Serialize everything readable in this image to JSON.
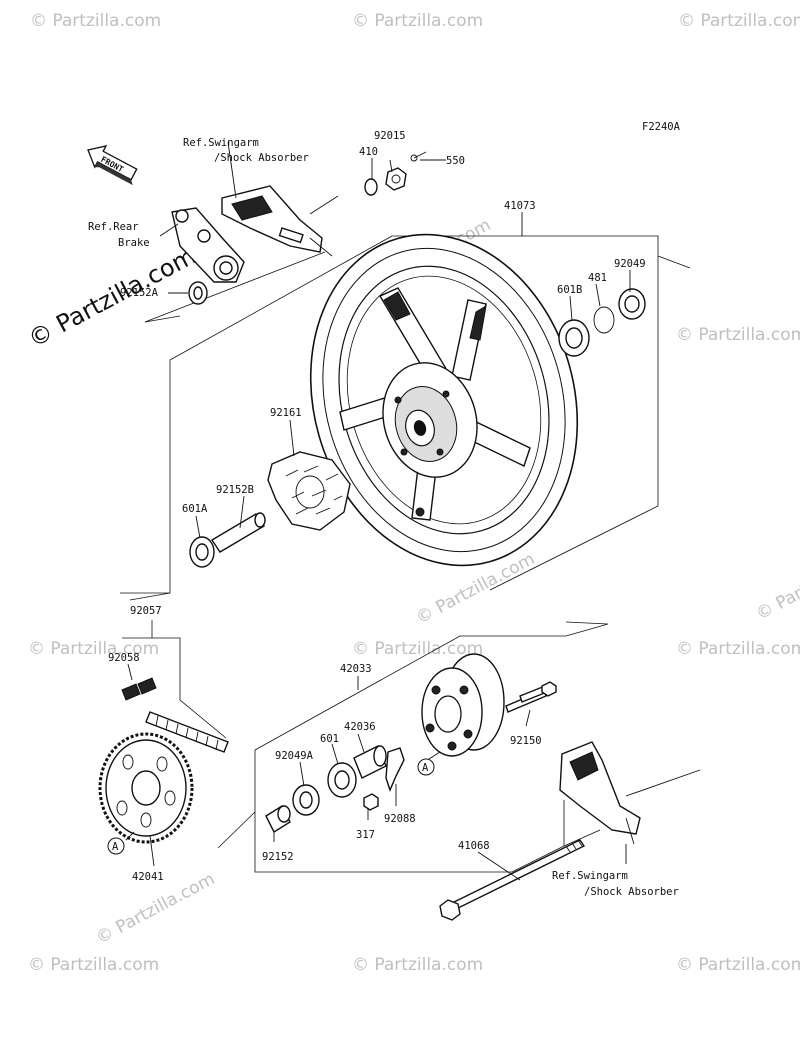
{
  "diagram": {
    "figure_code": "F2240A",
    "front_arrow_label": "FRONT",
    "watermark_text": "© Partzilla.com",
    "callout_marker": "A",
    "labels": [
      {
        "id": "ref-swingarm-top-1",
        "text": "Ref.Swingarm"
      },
      {
        "id": "ref-swingarm-top-2",
        "text": "/Shock Absorber"
      },
      {
        "id": "p92015",
        "text": "92015"
      },
      {
        "id": "p410",
        "text": "410"
      },
      {
        "id": "p550",
        "text": "550"
      },
      {
        "id": "ref-rear-brake-1",
        "text": "Ref.Rear"
      },
      {
        "id": "ref-rear-brake-2",
        "text": "Brake"
      },
      {
        "id": "p92152A",
        "text": "92152A"
      },
      {
        "id": "p41073",
        "text": "41073"
      },
      {
        "id": "p92049",
        "text": "92049"
      },
      {
        "id": "p481",
        "text": "481"
      },
      {
        "id": "p601B",
        "text": "601B"
      },
      {
        "id": "p92161",
        "text": "92161"
      },
      {
        "id": "p92152B",
        "text": "92152B"
      },
      {
        "id": "p601A",
        "text": "601A"
      },
      {
        "id": "p92057",
        "text": "92057"
      },
      {
        "id": "p92058",
        "text": "92058"
      },
      {
        "id": "p42033",
        "text": "42033"
      },
      {
        "id": "p42036",
        "text": "42036"
      },
      {
        "id": "p601",
        "text": "601"
      },
      {
        "id": "p92049A",
        "text": "92049A"
      },
      {
        "id": "p92150",
        "text": "92150"
      },
      {
        "id": "p92088",
        "text": "92088"
      },
      {
        "id": "p317",
        "text": "317"
      },
      {
        "id": "p92152",
        "text": "92152"
      },
      {
        "id": "p42041",
        "text": "42041"
      },
      {
        "id": "p41068",
        "text": "41068"
      },
      {
        "id": "ref-swingarm-bottom-1",
        "text": "Ref.Swingarm"
      },
      {
        "id": "ref-swingarm-bottom-2",
        "text": "/Shock Absorber"
      }
    ]
  }
}
